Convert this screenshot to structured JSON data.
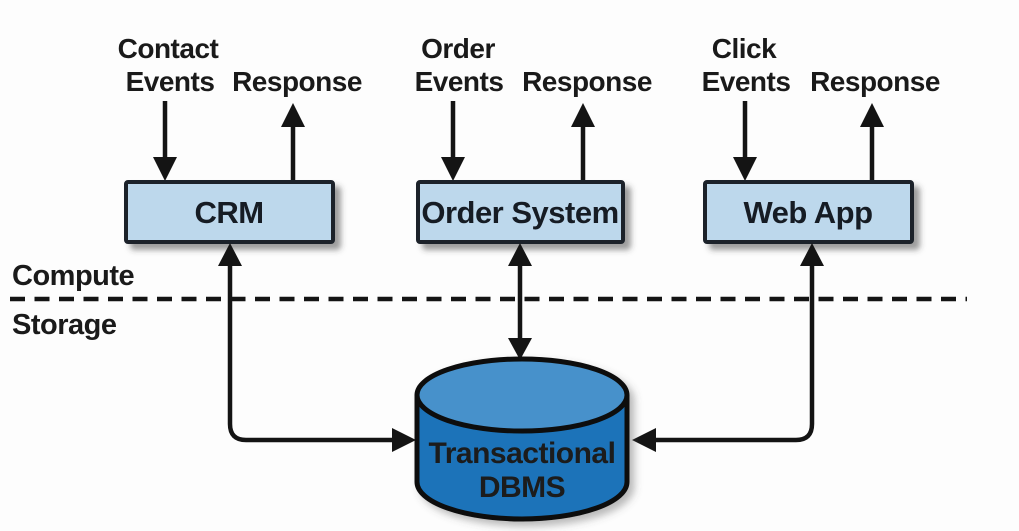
{
  "diagram": {
    "systems": [
      {
        "name": "CRM",
        "input_line1": "Contact",
        "input_line2": "Events",
        "output": "Response"
      },
      {
        "name": "Order System",
        "input_line1": "Order",
        "input_line2": "Events",
        "output": "Response"
      },
      {
        "name": "Web App",
        "input_line1": "Click",
        "input_line2": "Events",
        "output": "Response"
      }
    ],
    "layers": {
      "top": "Compute",
      "bottom": "Storage"
    },
    "database": {
      "line1": "Transactional",
      "line2": "DBMS"
    },
    "colors": {
      "system_box_fill": "#bdd8ec",
      "system_box_border": "#1c232c",
      "arrow": "#141414",
      "cylinder_body": "#1c73b9",
      "cylinder_top": "#4691cb",
      "cylinder_border": "#0e0e0e",
      "cylinder_text": "#d8edf9",
      "background": "#fdfdfd"
    }
  }
}
